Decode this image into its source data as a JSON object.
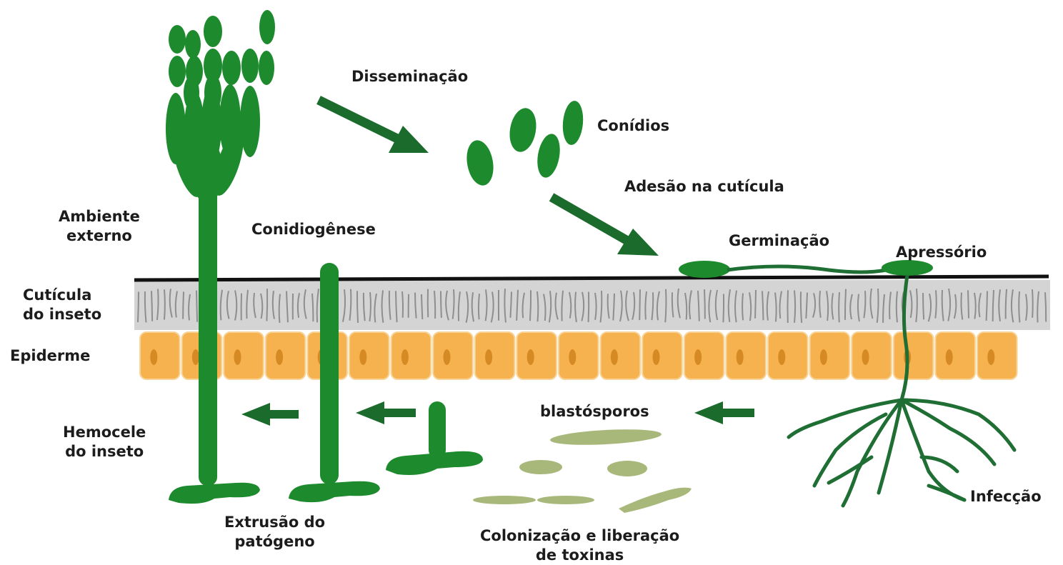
{
  "labels": {
    "disseminacao": "Disseminação",
    "conidios": "Conídios",
    "adesao": "Adesão na cutícula",
    "germinacao": "Germinação",
    "apressorio": "Apressório",
    "ambiente_1": "Ambiente",
    "ambiente_2": "externo",
    "conidiogenese": "Conidiogênese",
    "cuticula_1": "Cutícula",
    "cuticula_2": "do inseto",
    "epiderme": "Epiderme",
    "hemocele_1": "Hemocele",
    "hemocele_2": "do inseto",
    "blastosporos": "blastósporos",
    "extrusao_1": "Extrusão do",
    "extrusao_2": "patógeno",
    "colonizacao_1": "Colonização e liberação",
    "colonizacao_2": "de toxinas",
    "infeccao": "Infecção"
  },
  "colors": {
    "fungus_green": "#1e8a2e",
    "dark_green_arrow": "#1a6b2c",
    "hypha_green": "#1f6e33",
    "cuticle_gray": "#d4d4d4",
    "cuticle_line": "#8e8e8e",
    "epidermis_cell": "#f5b24f",
    "epidermis_border": "#f7d49a",
    "nucleus": "#d68a24",
    "blastospore": "#a8b87a",
    "text": "#1c1c1c"
  }
}
